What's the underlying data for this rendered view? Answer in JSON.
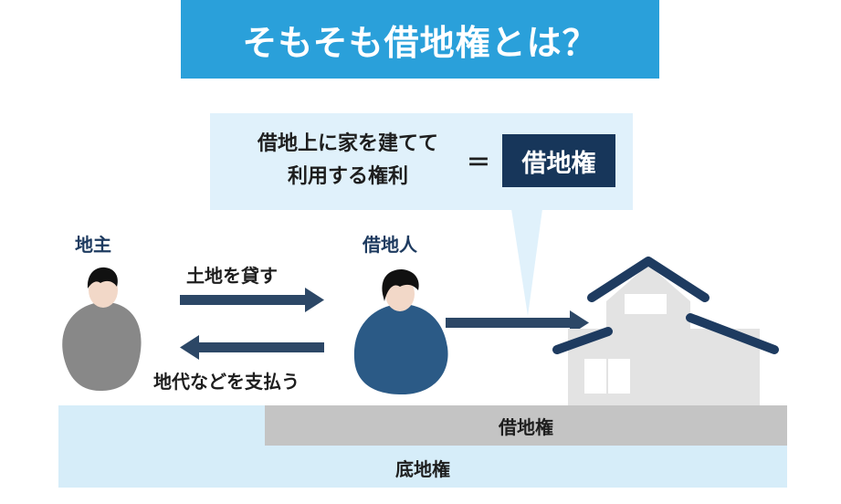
{
  "title": "そもそも借地権とは？",
  "definition": {
    "line1": "借地上に家を建てて",
    "line2": "利用する権利",
    "equals": "＝",
    "term": "借地権"
  },
  "landowner": {
    "label": "地主"
  },
  "tenant": {
    "label": "借地人"
  },
  "arrows": {
    "lend_label": "土地を貸す",
    "pay_label": "地代などを支払う"
  },
  "bands": {
    "leasehold_label": "借地権",
    "landowner_right_label": "底地権"
  },
  "colors": {
    "banner": "#2aa0da",
    "callout": "#e0f1fb",
    "navy": "#17365a",
    "arrow": "#2c4766",
    "landowner_body": "#888888",
    "tenant_body": "#2b5a86",
    "house": "#e3e3e3",
    "ground_outer": "#d6edf9",
    "ground_inner": "#c4c4c4"
  }
}
